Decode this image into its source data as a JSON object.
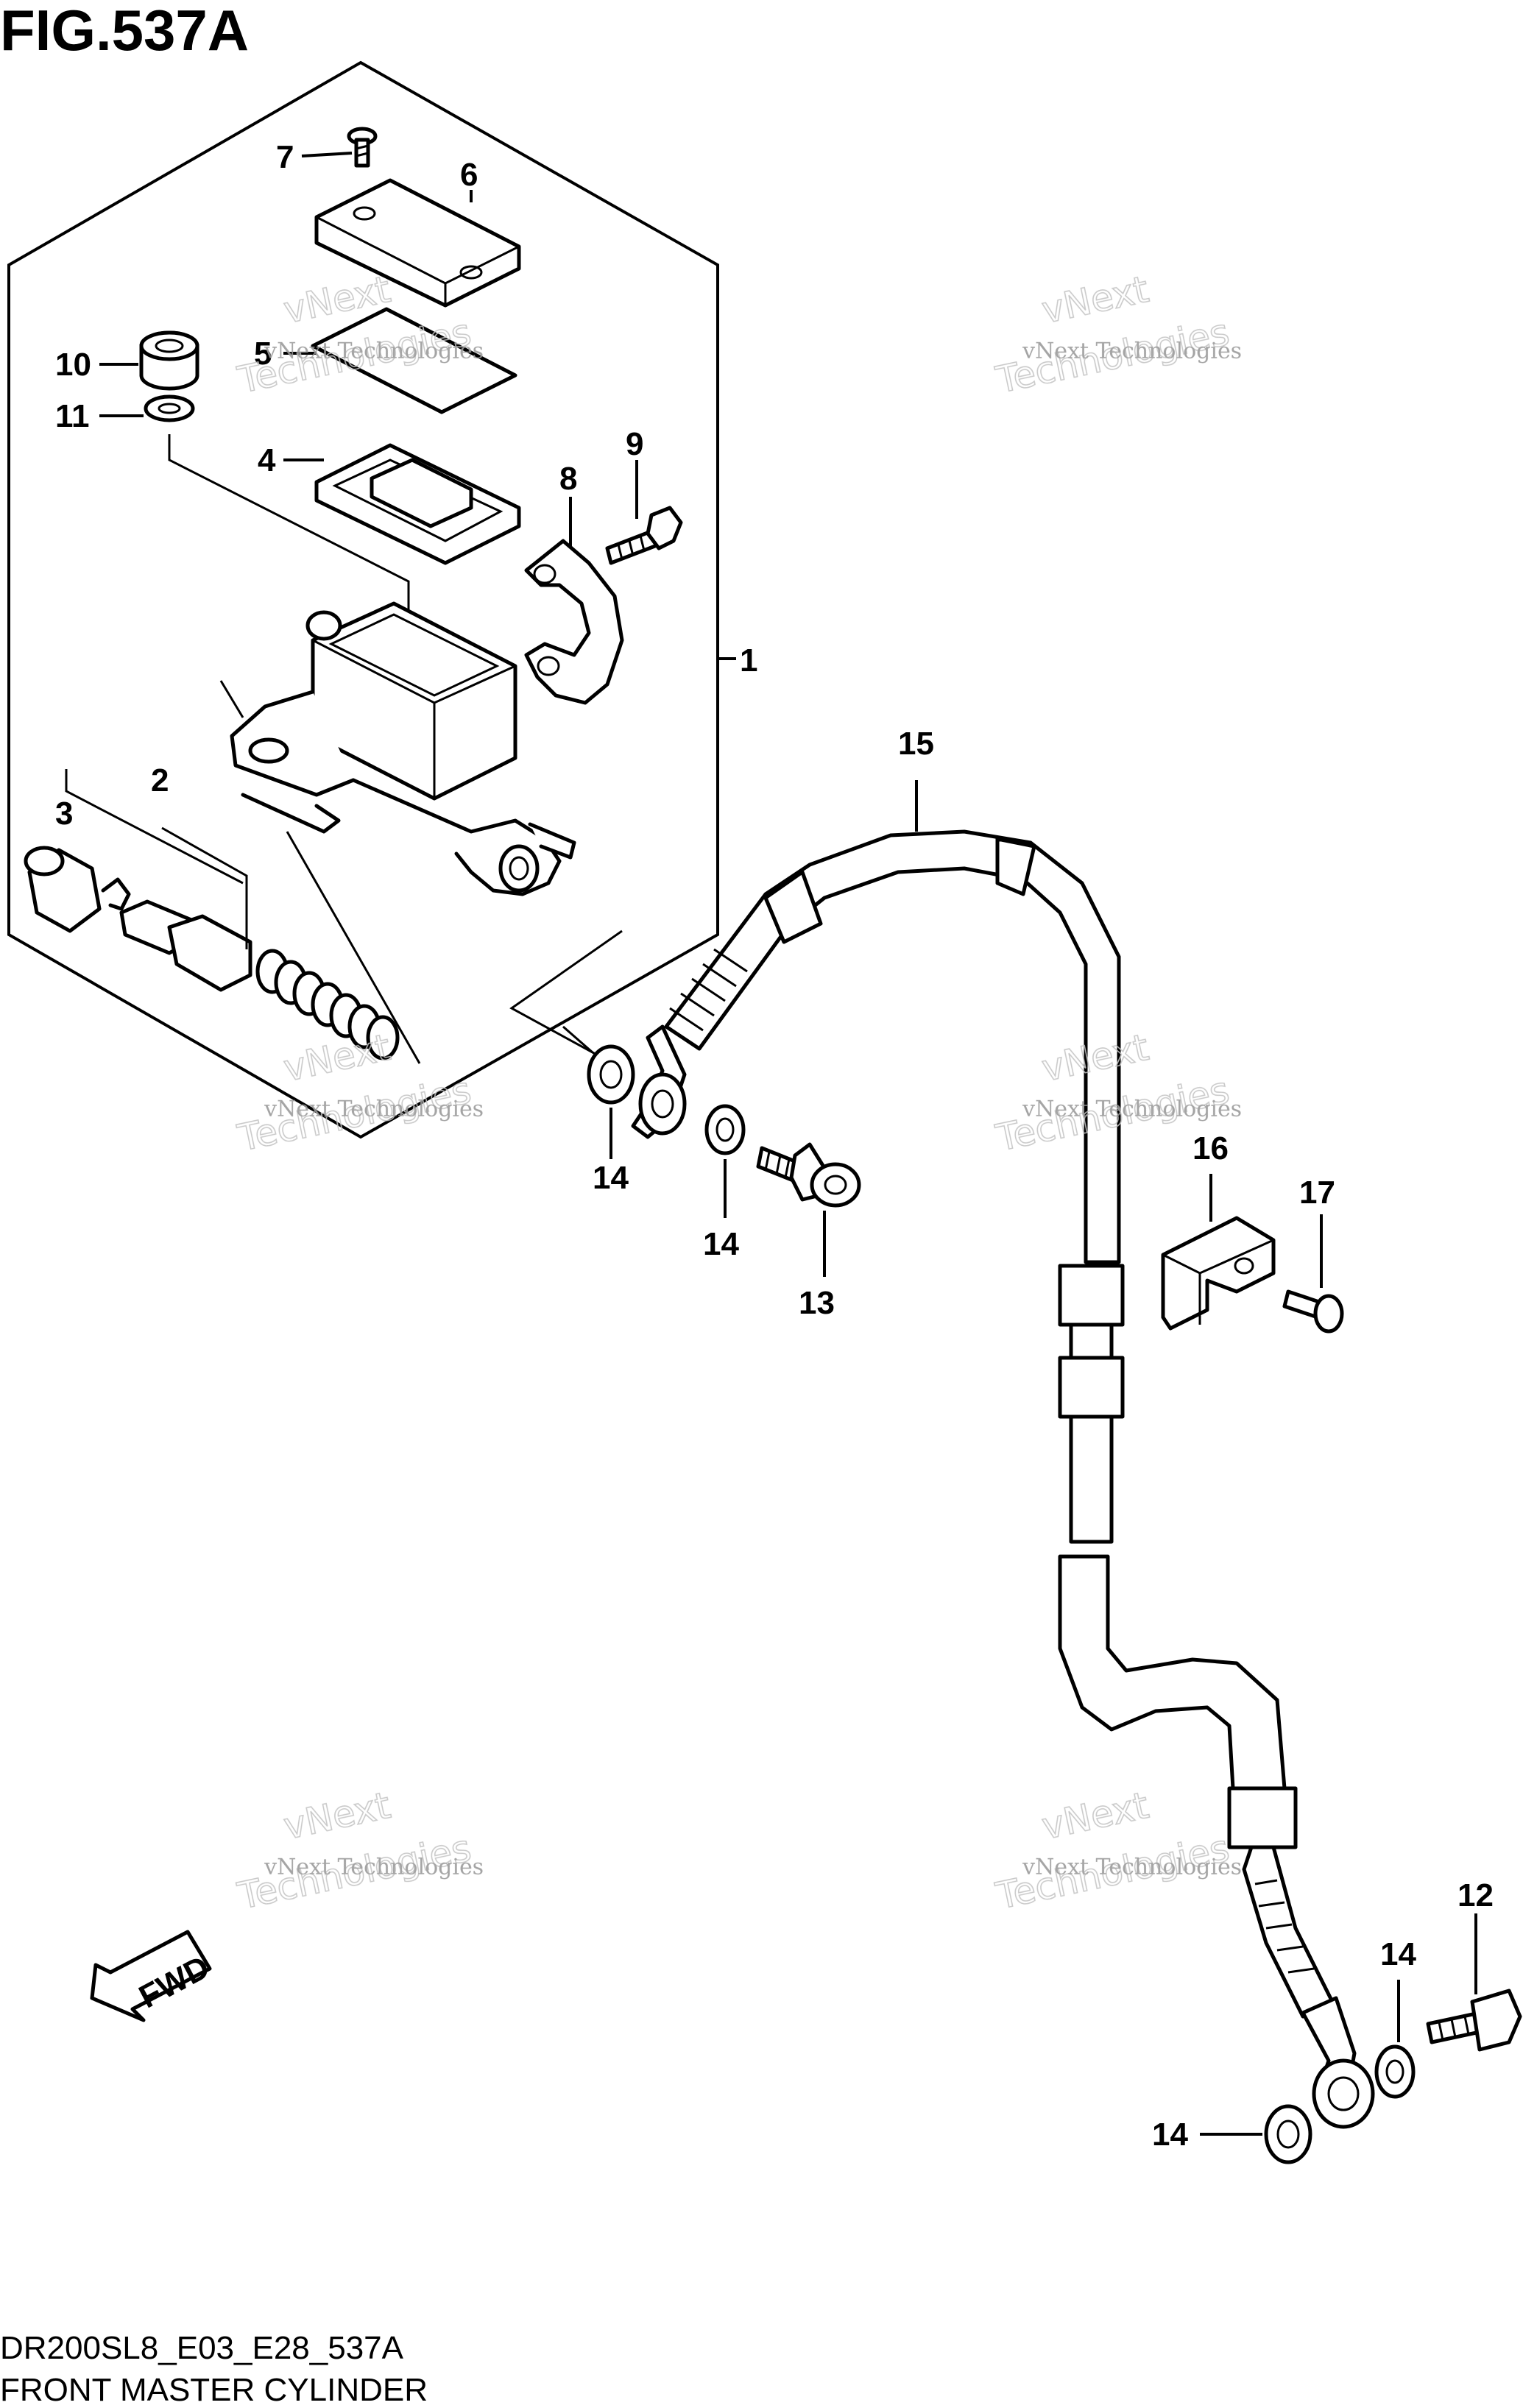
{
  "figure_title": "FIG.537A",
  "footer": {
    "model_code": "DR200SL8_E03_E28_537A",
    "caption": "FRONT MASTER CYLINDER"
  },
  "callouts": {
    "c1": "1",
    "c2": "2",
    "c3": "3",
    "c4": "4",
    "c5": "5",
    "c6": "6",
    "c7": "7",
    "c8": "8",
    "c9": "9",
    "c10": "10",
    "c11": "11",
    "c12": "12",
    "c13": "13",
    "c14a": "14",
    "c14b": "14",
    "c14c": "14",
    "c14d": "14",
    "c15": "15",
    "c16": "16",
    "c17": "17"
  },
  "fwd_label": "FWD",
  "watermark": {
    "line1": "vNext Technologies",
    "line2": "vNext",
    "line3": "Technologies"
  }
}
